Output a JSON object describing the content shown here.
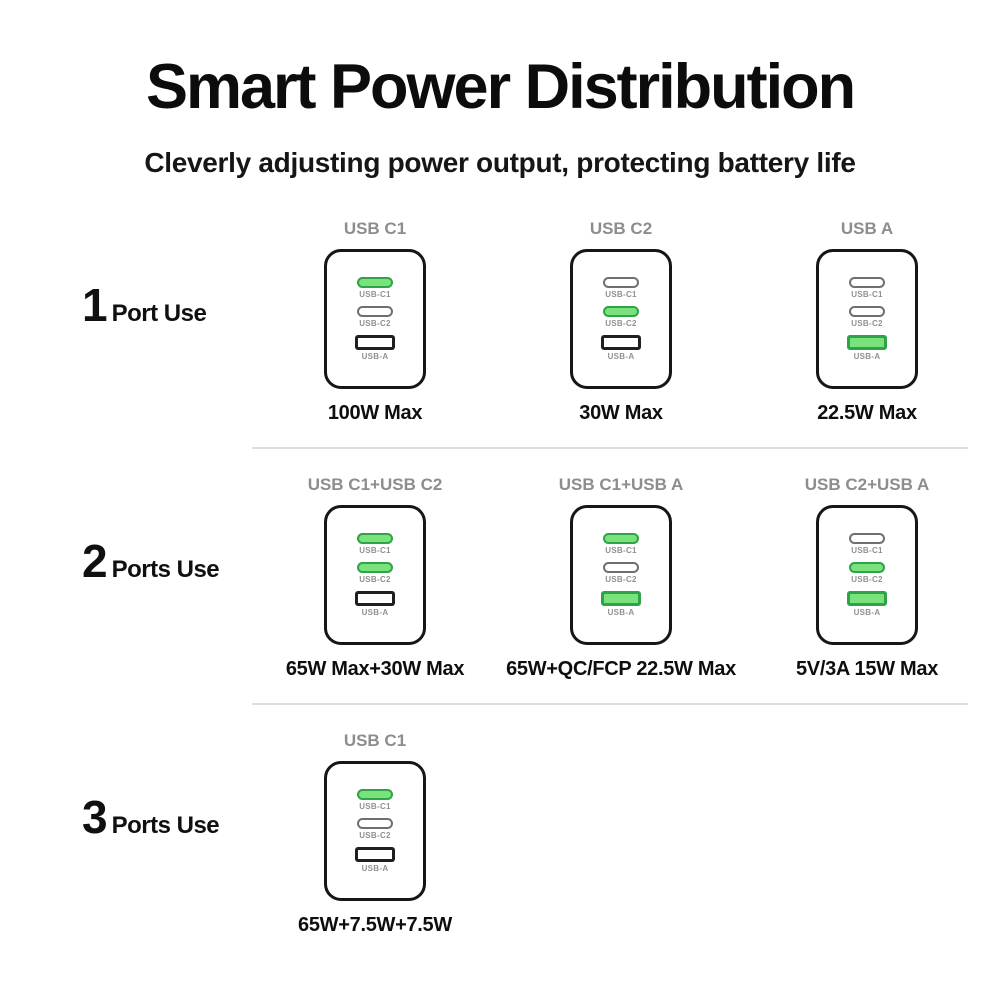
{
  "header": {
    "title": "Smart Power Distribution",
    "subtitle": "Cleverly adjusting power output, protecting battery life"
  },
  "port_names": {
    "c1": "USB-C1",
    "c2": "USB-C2",
    "a": "USB-A"
  },
  "rows": [
    {
      "number": "1",
      "label": "Port Use",
      "chargers": [
        {
          "top_label": "USB C1",
          "caption": "100W Max",
          "ports": {
            "c1": "active",
            "c2": "inactive",
            "a": "inactive"
          }
        },
        {
          "top_label": "USB C2",
          "caption": "30W Max",
          "ports": {
            "c1": "inactive",
            "c2": "active",
            "a": "inactive"
          }
        },
        {
          "top_label": "USB A",
          "caption": "22.5W Max",
          "ports": {
            "c1": "inactive",
            "c2": "inactive",
            "a": "active"
          }
        }
      ]
    },
    {
      "number": "2",
      "label": "Ports Use",
      "chargers": [
        {
          "top_label": "USB C1+USB C2",
          "caption": "65W Max+30W Max",
          "ports": {
            "c1": "active",
            "c2": "active",
            "a": "inactive"
          }
        },
        {
          "top_label": "USB C1+USB A",
          "caption": "65W+QC/FCP 22.5W Max",
          "ports": {
            "c1": "active",
            "c2": "inactive",
            "a": "active"
          }
        },
        {
          "top_label": "USB C2+USB A",
          "caption": "5V/3A 15W Max",
          "ports": {
            "c1": "inactive",
            "c2": "active",
            "a": "active"
          }
        }
      ]
    },
    {
      "number": "3",
      "label": "Ports Use",
      "chargers": [
        {
          "top_label": "USB C1",
          "caption": "65W+7.5W+7.5W",
          "ports": {
            "c1": "active",
            "c2": "inactive",
            "a": "inactive"
          }
        }
      ]
    }
  ],
  "colors": {
    "active_fill": "#79e27c",
    "active_border": "#2fa347",
    "divider": "#dedede",
    "muted_text": "#8d8d8d"
  }
}
